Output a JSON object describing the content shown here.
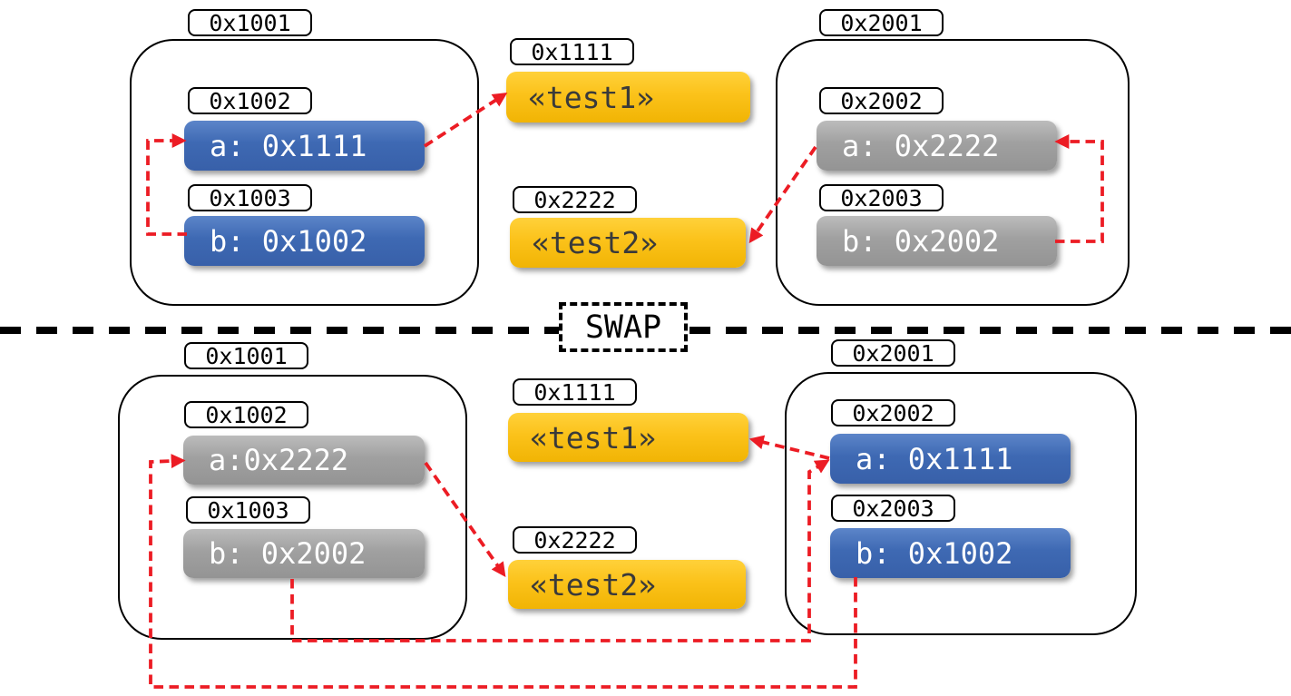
{
  "divider": {
    "label": "SWAP"
  },
  "colors": {
    "pointer_blue": "#3e69b3",
    "pointer_gray": "#9e9e9e",
    "heap_yellow": "#fbc21a",
    "arrow_red": "#ec1c24",
    "line_black": "#000000"
  },
  "top": {
    "left": {
      "tag": "0x1001",
      "cells": [
        {
          "tag": "0x1002",
          "value": "a: 0x1111"
        },
        {
          "tag": "0x1003",
          "value": "b: 0x1002"
        }
      ]
    },
    "heap": {
      "items": [
        {
          "tag": "0x1111",
          "value": "«test1»"
        },
        {
          "tag": "0x2222",
          "value": "«test2»"
        }
      ]
    },
    "right": {
      "tag": "0x2001",
      "cells": [
        {
          "tag": "0x2002",
          "value": "a: 0x2222"
        },
        {
          "tag": "0x2003",
          "value": "b: 0x2002"
        }
      ]
    }
  },
  "bottom": {
    "left": {
      "tag": "0x1001",
      "cells": [
        {
          "tag": "0x1002",
          "value": "a:0x2222"
        },
        {
          "tag": "0x1003",
          "value": "b: 0x2002"
        }
      ]
    },
    "heap": {
      "items": [
        {
          "tag": "0x1111",
          "value": "«test1»"
        },
        {
          "tag": "0x2222",
          "value": "«test2»"
        }
      ]
    },
    "right": {
      "tag": "0x2001",
      "cells": [
        {
          "tag": "0x2002",
          "value": "a: 0x1111"
        },
        {
          "tag": "0x2003",
          "value": "b: 0x1002"
        }
      ]
    }
  }
}
